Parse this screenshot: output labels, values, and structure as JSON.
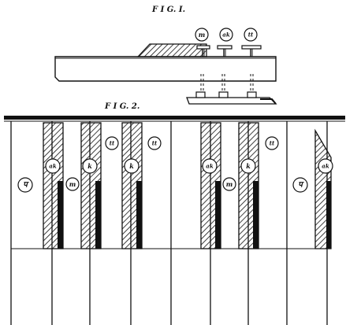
{
  "figures": {
    "fig1_title": "F I G. I.",
    "fig2_title": "F I G. 2."
  },
  "fig1": {
    "labels": [
      "m",
      "ak",
      "tt"
    ]
  },
  "fig2": {
    "white_key_count": 9,
    "keys": [
      {
        "label": "प"
      },
      {
        "label": "ak"
      },
      {
        "label": "m"
      },
      {
        "label": "k"
      },
      {
        "label": "tt"
      },
      {
        "label": "k"
      },
      {
        "label": "tt"
      },
      {
        "label": "ak"
      },
      {
        "label": "m"
      },
      {
        "label": "k"
      },
      {
        "label": "tt"
      },
      {
        "label": "प"
      },
      {
        "label": "ak"
      }
    ]
  }
}
